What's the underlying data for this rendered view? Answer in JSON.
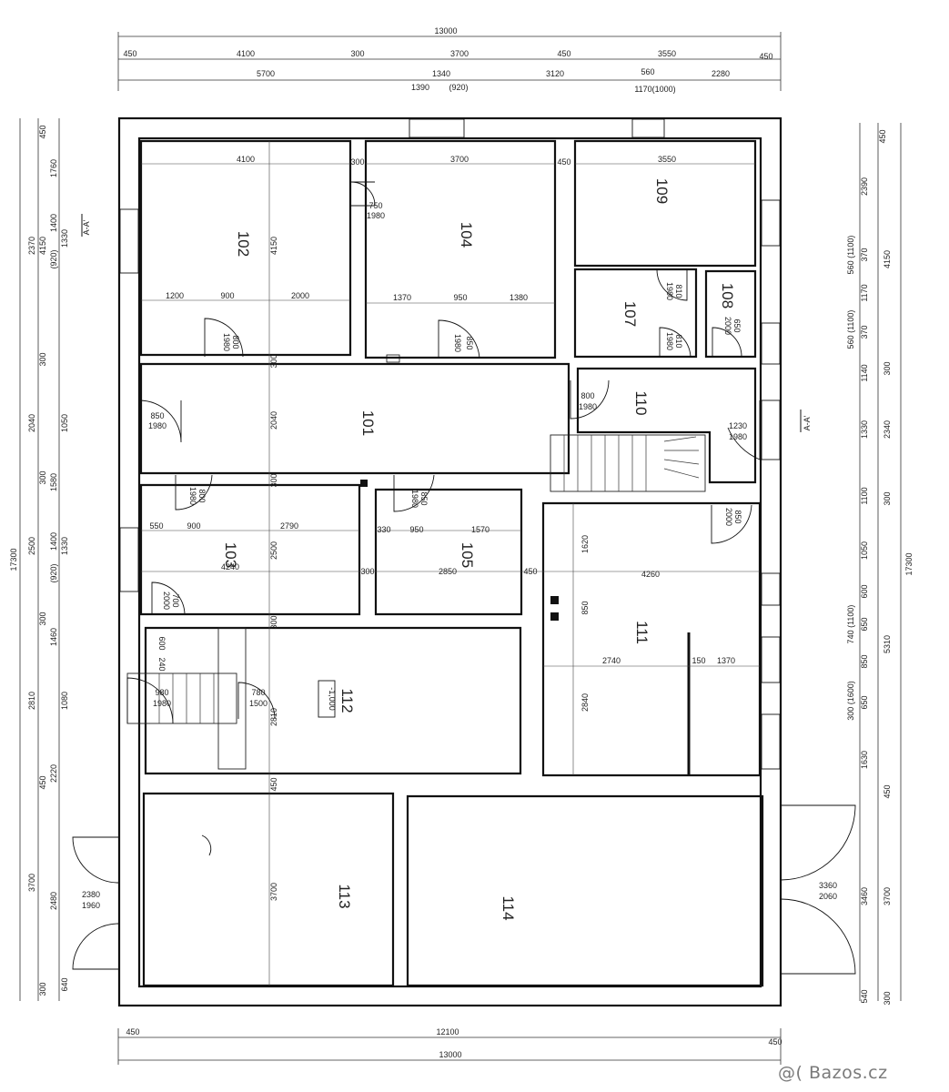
{
  "plan": {
    "top_dims": {
      "overall": "13000",
      "row1": [
        "450",
        "4100",
        "300",
        "3700",
        "450",
        "3550",
        "450"
      ],
      "row2": [
        "5700",
        "1340",
        "3120",
        "560",
        "2280"
      ],
      "row3": [
        "1390",
        "(920)",
        "1170(1000)"
      ]
    },
    "bottom_dims": {
      "row1": [
        "450",
        "12100",
        "450"
      ],
      "overall": "13000"
    },
    "left_dims": {
      "overall": "17300",
      "col1": [
        "450",
        "2370",
        "300",
        "2500",
        "300",
        "2810",
        "450",
        "3700",
        "300"
      ],
      "col2": [
        "1760",
        "1400",
        "(920)",
        "2040",
        "1580",
        "1400",
        "(920)",
        "1460",
        "2220",
        "2480"
      ],
      "col3": [
        "4150",
        "1330",
        "1050",
        "300",
        "1330",
        "1080",
        "640"
      ]
    },
    "right_dims": {
      "overall": "17300",
      "col1": [
        "450",
        "4150",
        "300",
        "2340",
        "300",
        "5310",
        "450",
        "3700",
        "300"
      ],
      "col2": [
        "2390",
        "560 (1100)",
        "370",
        "1170",
        "560 (1100)",
        "370",
        "1140",
        "1330",
        "1100",
        "1050",
        "600",
        "740 (1100)",
        "650",
        "850",
        "300 (1600)",
        "650",
        "1630",
        "3460",
        "540"
      ]
    },
    "rooms": [
      {
        "id": "101"
      },
      {
        "id": "102"
      },
      {
        "id": "103"
      },
      {
        "id": "104"
      },
      {
        "id": "105"
      },
      {
        "id": "107"
      },
      {
        "id": "108"
      },
      {
        "id": "109"
      },
      {
        "id": "110"
      },
      {
        "id": "111"
      },
      {
        "id": "112",
        "level": "-1,000"
      },
      {
        "id": "113"
      },
      {
        "id": "114"
      }
    ],
    "room_dims": {
      "r102": [
        "4100",
        "4150",
        "1200",
        "900",
        "2000"
      ],
      "r104": [
        "3700",
        "1370",
        "950",
        "1380"
      ],
      "r109": [
        "3550"
      ],
      "r101": [
        "2040"
      ],
      "r103": [
        "550",
        "900",
        "2790",
        "4240",
        "2500",
        "300"
      ],
      "r105": [
        "330",
        "950",
        "1570",
        "2850",
        "450"
      ],
      "r111": [
        "1620",
        "4260",
        "850",
        "2740",
        "150",
        "1370",
        "2840"
      ],
      "r112": [
        "2810",
        "450"
      ],
      "r113": [
        "3700"
      ],
      "between": [
        "300",
        "450",
        "300",
        "300",
        "300",
        "300",
        "300",
        "300",
        "300"
      ]
    },
    "doors": [
      {
        "w": "750",
        "h": "1980"
      },
      {
        "w": "800",
        "h": "1980"
      },
      {
        "w": "850",
        "h": "1980"
      },
      {
        "w": "810",
        "h": "1980"
      },
      {
        "w": "650",
        "h": "2000"
      },
      {
        "w": "810",
        "h": "1980"
      },
      {
        "w": "850",
        "h": "1980"
      },
      {
        "w": "800",
        "h": "1980"
      },
      {
        "w": "1230",
        "h": "1980"
      },
      {
        "w": "800",
        "h": "1980"
      },
      {
        "w": "850",
        "h": "1980"
      },
      {
        "w": "850",
        "h": "2000"
      },
      {
        "w": "700",
        "h": "2000"
      },
      {
        "w": "600",
        "h": "240"
      },
      {
        "w": "980",
        "h": "1980"
      },
      {
        "w": "780",
        "h": "1500"
      },
      {
        "w": "2380",
        "h": "1960"
      },
      {
        "w": "3360",
        "h": "2060"
      }
    ],
    "section_label": "A-A'",
    "watermark": "@( Bazos.cz"
  }
}
